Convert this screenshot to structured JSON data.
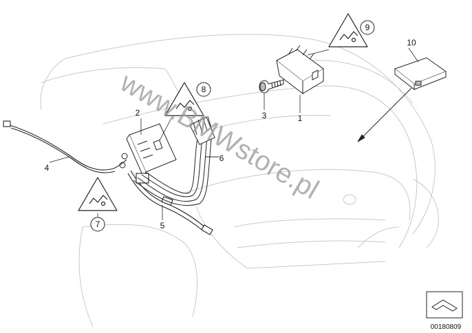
{
  "watermark": "www.BMWstore.pl",
  "callouts": [
    "1",
    "2",
    "3",
    "4",
    "5",
    "6",
    "7",
    "8",
    "9",
    "10"
  ],
  "diagram_ref": "00180809",
  "icons": [
    "car-outline",
    "control-unit-1",
    "screw-3",
    "amplifier-2",
    "antenna-cable-4",
    "cable-5",
    "wiring-harness-6",
    "warning-triangle-7",
    "warning-triangle-8",
    "warning-triangle-9",
    "module-10",
    "pointer-arrow-icon",
    "bmw-page-corner-icon"
  ]
}
